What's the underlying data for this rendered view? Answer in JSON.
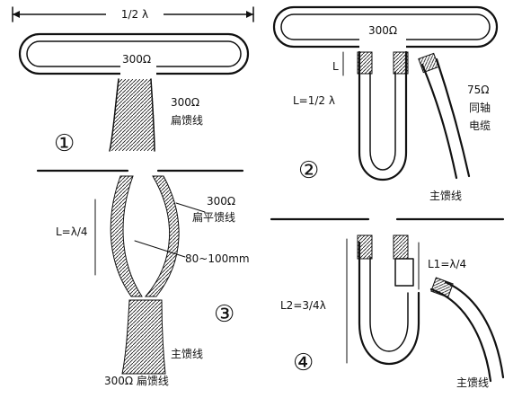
{
  "labels": {
    "half_wavelength": "1/2 λ",
    "imp_300_d1": "300Ω",
    "imp_300_d1_feed": "300Ω",
    "feed_flat_d1": "扁馈线",
    "circle_1": "①",
    "imp_300_d2": "300Ω",
    "L_d2": "L",
    "L_half_d2": "L=1/2 λ",
    "imp_75_d2": "75Ω",
    "coax_line1_d2": "同轴",
    "coax_line2_d2": "电缆",
    "circle_2": "②",
    "main_feed_d2": "主馈线",
    "imp_300_d3": "300Ω",
    "flat_feed_d3": "扁平馈线",
    "L_quarter_d3": "L=λ/4",
    "spacing_d3": "80~100mm",
    "circle_3": "③",
    "main_feed_d3": "主馈线",
    "flat_feed_bottom_d3": "300Ω 扁馈线",
    "L1_d4": "L1=λ/4",
    "L2_d4": "L2=3/4λ",
    "circle_4": "④",
    "main_feed_d4": "主馈线"
  }
}
